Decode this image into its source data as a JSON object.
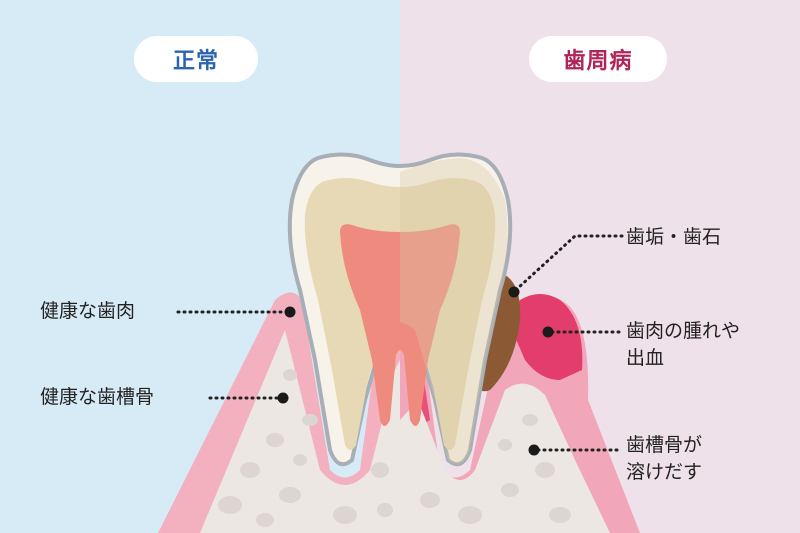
{
  "headers": {
    "normal": "正常",
    "periodontal": "歯周病"
  },
  "labels": {
    "healthy_gum": "健康な歯肉",
    "healthy_bone": "健康な歯槽骨",
    "plaque_tartar": "歯垢・歯石",
    "gum_swelling_line1": "歯肉の腫れや",
    "gum_swelling_line2": "出血",
    "bone_loss_line1": "歯槽骨が",
    "bone_loss_line2": "溶けだす"
  },
  "colors": {
    "normal_bg": "#d7ebf7",
    "disease_bg": "#efe1e9",
    "normal_header_text": "#2b64b0",
    "disease_header_text": "#b0245a",
    "gum_pink": "#f3b1c0",
    "inflamed_gum": "#e23d6b",
    "bone": "#ede7e4",
    "tartar": "#8b5a35",
    "enamel": "#f7f2ea",
    "dentin": "#e8d9b6",
    "pulp": "#ee8a7e"
  }
}
